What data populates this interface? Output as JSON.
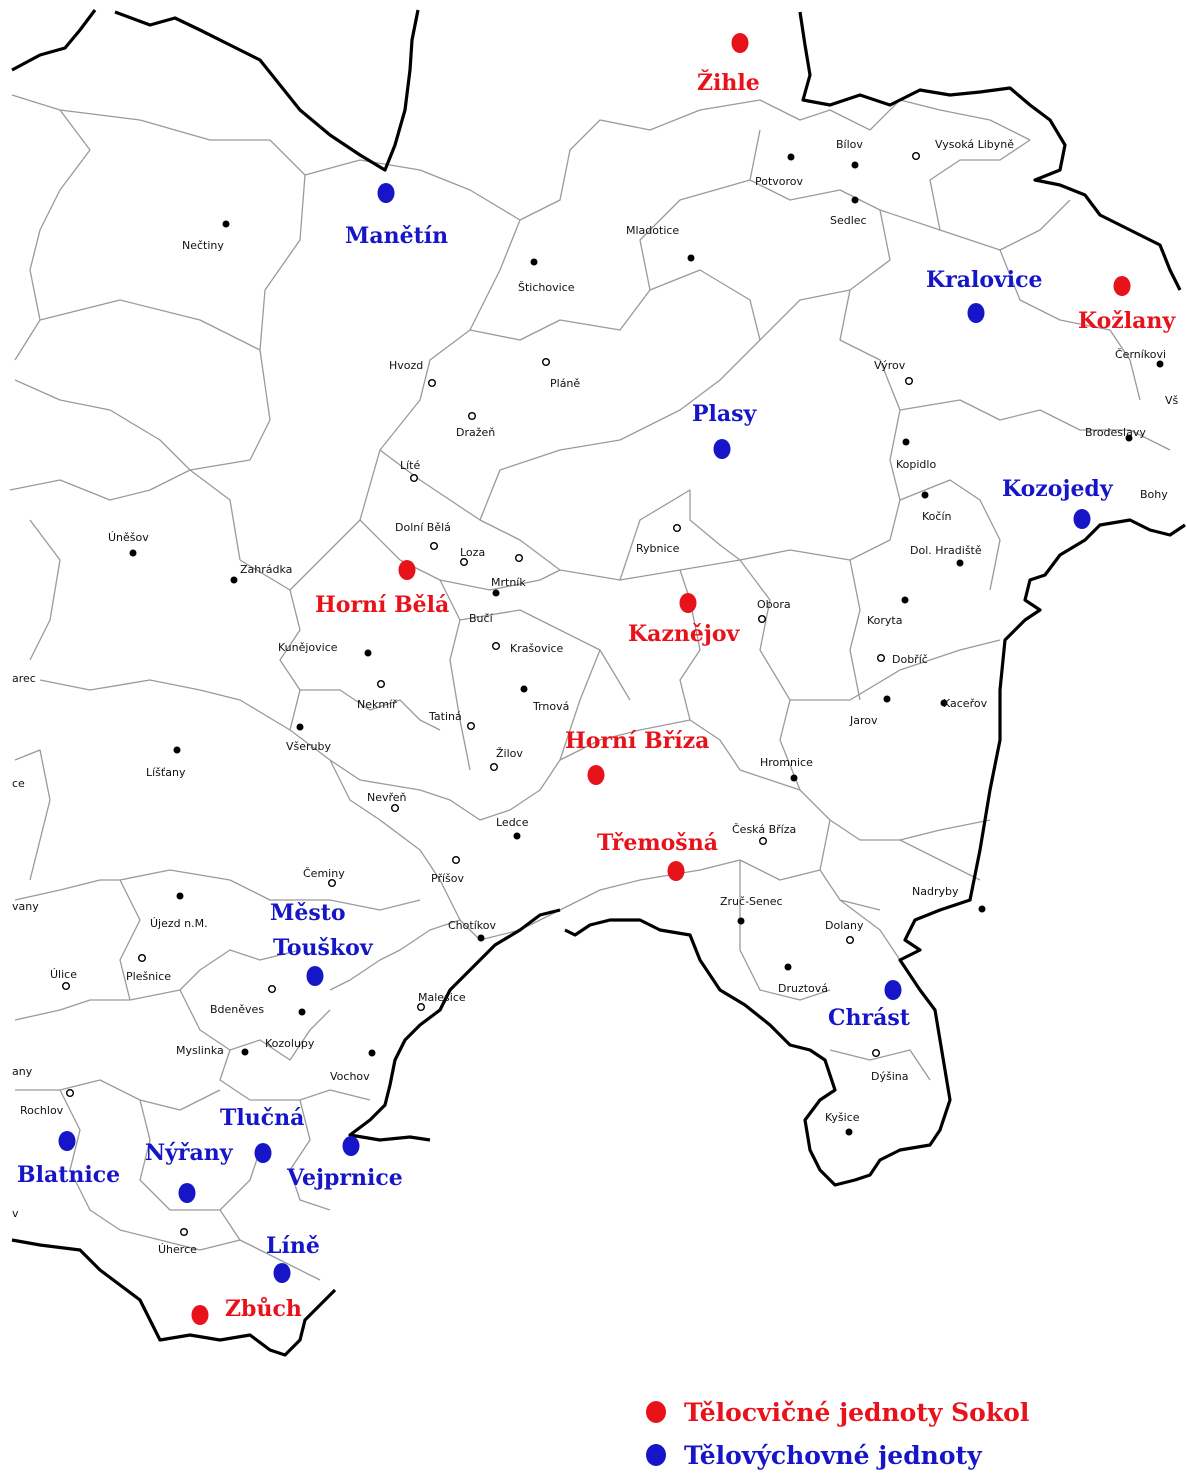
{
  "colors": {
    "sokol": "#e8121b",
    "tj": "#1616c8",
    "background": "#ffffff",
    "border": "#000000",
    "boundary": "#9a9a9a"
  },
  "legend": {
    "sokol": "Tělocvičné jednoty Sokol",
    "tj": "Tělovýchovné jednoty"
  },
  "clubs": [
    {
      "name": "Žihle",
      "type": "sokol"
    },
    {
      "name": "Manětín",
      "type": "tj"
    },
    {
      "name": "Kralovice",
      "type": "tj"
    },
    {
      "name": "Kožlany",
      "type": "sokol"
    },
    {
      "name": "Plasy",
      "type": "tj"
    },
    {
      "name": "Kozojedy",
      "type": "tj"
    },
    {
      "name": "Horní Bělá",
      "type": "sokol"
    },
    {
      "name": "Kaznějov",
      "type": "sokol"
    },
    {
      "name": "Horní Bříza",
      "type": "sokol"
    },
    {
      "name": "Třemošná",
      "type": "sokol"
    },
    {
      "name": "Město Touškov",
      "type": "tj"
    },
    {
      "name": "Chrást",
      "type": "tj"
    },
    {
      "name": "Tlučná",
      "type": "tj"
    },
    {
      "name": "Nýřany",
      "type": "tj"
    },
    {
      "name": "Blatnice",
      "type": "tj"
    },
    {
      "name": "Vejprnice",
      "type": "tj"
    },
    {
      "name": "Líně",
      "type": "tj"
    },
    {
      "name": "Zbůch",
      "type": "sokol"
    }
  ],
  "municipalities": [
    {
      "name": "Bílov",
      "marker": "filled"
    },
    {
      "name": "Vysoká Libyně",
      "marker": "open"
    },
    {
      "name": "Potvorov",
      "marker": "filled"
    },
    {
      "name": "Sedlec",
      "marker": "filled"
    },
    {
      "name": "Nečtiny",
      "marker": "filled"
    },
    {
      "name": "Mladotice",
      "marker": "filled"
    },
    {
      "name": "Štichovice",
      "marker": "filled"
    },
    {
      "name": "Černíkovi",
      "marker": "filled"
    },
    {
      "name": "Výrov",
      "marker": "open"
    },
    {
      "name": "Hvozd",
      "marker": "open"
    },
    {
      "name": "Pláně",
      "marker": "open"
    },
    {
      "name": "Vš",
      "marker": "none"
    },
    {
      "name": "Dražeň",
      "marker": "open"
    },
    {
      "name": "Brodeslavy",
      "marker": "filled"
    },
    {
      "name": "Líté",
      "marker": "open"
    },
    {
      "name": "Kopidlo",
      "marker": "filled"
    },
    {
      "name": "Bohy",
      "marker": "none"
    },
    {
      "name": "Kočín",
      "marker": "filled"
    },
    {
      "name": "Úněšov",
      "marker": "filled"
    },
    {
      "name": "Dolní Bělá",
      "marker": "open"
    },
    {
      "name": "Rybnice",
      "marker": "open"
    },
    {
      "name": "Loza",
      "marker": "open"
    },
    {
      "name": "Dol. Hradiště",
      "marker": "filled"
    },
    {
      "name": "Zahrádka",
      "marker": "filled"
    },
    {
      "name": "Mrtník",
      "marker": "open"
    },
    {
      "name": "Obora",
      "marker": "open"
    },
    {
      "name": "Koryta",
      "marker": "filled"
    },
    {
      "name": "Bučí",
      "marker": "filled"
    },
    {
      "name": "Kunějovice",
      "marker": "filled"
    },
    {
      "name": "Krašovice",
      "marker": "open"
    },
    {
      "name": "Dobříč",
      "marker": "open"
    },
    {
      "name": "arec",
      "marker": "none"
    },
    {
      "name": "Nekmíř",
      "marker": "open"
    },
    {
      "name": "Trnová",
      "marker": "filled"
    },
    {
      "name": "Kaceřov",
      "marker": "filled"
    },
    {
      "name": "Tatiná",
      "marker": "open"
    },
    {
      "name": "Jarov",
      "marker": "filled"
    },
    {
      "name": "Všeruby",
      "marker": "filled"
    },
    {
      "name": "Líšťany",
      "marker": "filled"
    },
    {
      "name": "Žilov",
      "marker": "open"
    },
    {
      "name": "Hromnice",
      "marker": "filled"
    },
    {
      "name": "Nevřeň",
      "marker": "open"
    },
    {
      "name": "Ledce",
      "marker": "filled"
    },
    {
      "name": "Česká Bříza",
      "marker": "open"
    },
    {
      "name": "Čeminy",
      "marker": "open"
    },
    {
      "name": "Příšov",
      "marker": "open"
    },
    {
      "name": "Nadryby",
      "marker": "filled"
    },
    {
      "name": "Újezd n.M.",
      "marker": "filled"
    },
    {
      "name": "Zruč-Senec",
      "marker": "filled"
    },
    {
      "name": "Chotíkov",
      "marker": "filled"
    },
    {
      "name": "Dolany",
      "marker": "open"
    },
    {
      "name": "Úlice",
      "marker": "open"
    },
    {
      "name": "Plešnice",
      "marker": "open"
    },
    {
      "name": "Bdeněves",
      "marker": "open"
    },
    {
      "name": "Malesice",
      "marker": "open"
    },
    {
      "name": "Druztová",
      "marker": "filled"
    },
    {
      "name": "Myslinka",
      "marker": "filled"
    },
    {
      "name": "Kozolupy",
      "marker": "filled"
    },
    {
      "name": "Dýšina",
      "marker": "open"
    },
    {
      "name": "Vochov",
      "marker": "filled"
    },
    {
      "name": "Rochlov",
      "marker": "open"
    },
    {
      "name": "Kyšice",
      "marker": "filled"
    },
    {
      "name": "Úherce",
      "marker": "open"
    },
    {
      "name": "vany",
      "marker": "none"
    },
    {
      "name": "any",
      "marker": "none"
    },
    {
      "name": "ce",
      "marker": "none"
    },
    {
      "name": "v",
      "marker": "none"
    }
  ]
}
